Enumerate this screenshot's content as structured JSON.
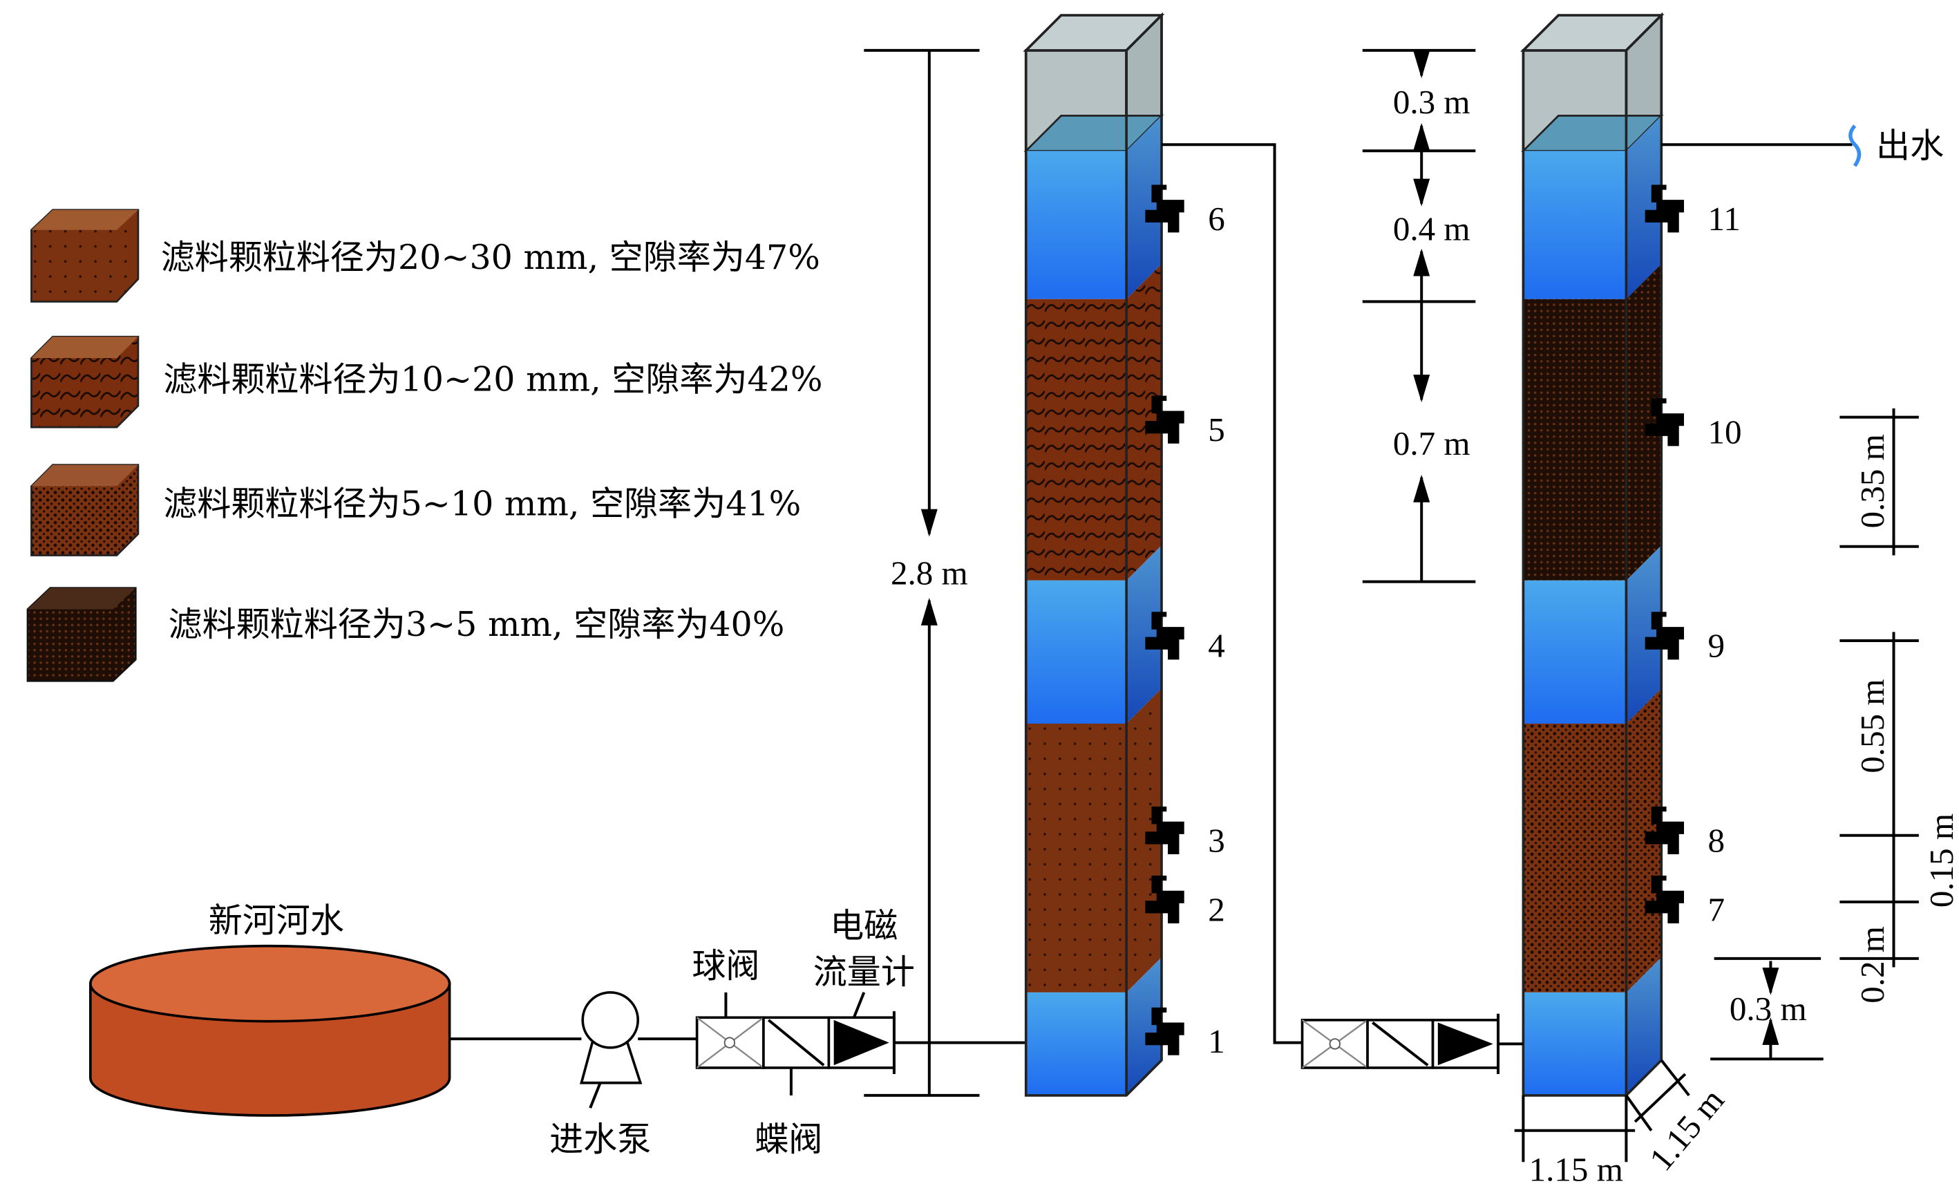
{
  "legend": [
    {
      "label": "滤料颗粒料径为20~30 mm, 空隙率为47%",
      "color": "#7a3210"
    },
    {
      "label": "滤料颗粒料径为10~20 mm, 空隙率为42%",
      "color": "#7a2e0e"
    },
    {
      "label": "滤料颗粒料径为5~10 mm, 空隙率为41%",
      "color": "#6a2a0e"
    },
    {
      "label": "滤料颗粒料径为3~5 mm, 空隙率为40%",
      "color": "#2a140a"
    }
  ],
  "source": {
    "label": "新河河水",
    "color": "#c8502a"
  },
  "pump": {
    "label": "进水泵"
  },
  "valves": {
    "ball": "球阀",
    "butterfly": "蝶阀",
    "flowmeter_line1": "电磁",
    "flowmeter_line2": "流量计"
  },
  "outlet": {
    "label": "出水"
  },
  "colors": {
    "water": "#2f86ee",
    "glass": "#b0bec2",
    "pipe": "#000000"
  },
  "column1_taps": [
    "6",
    "5",
    "4",
    "3",
    "2",
    "1"
  ],
  "column2_taps": [
    "11",
    "10",
    "9",
    "8",
    "7"
  ],
  "dimensions": {
    "total_height": "2.8 m",
    "freeboard": "0.3 m",
    "top_water": "0.4 m",
    "upper_media": "0.7 m",
    "tap10_span": "0.35 m",
    "tap8_span": "0.55 m",
    "tap7_span": "0.15 m",
    "tap_bottom_span": "0.2 m",
    "bottom_water": "0.3 m",
    "width": "1.15 m",
    "depth": "1.15 m"
  }
}
